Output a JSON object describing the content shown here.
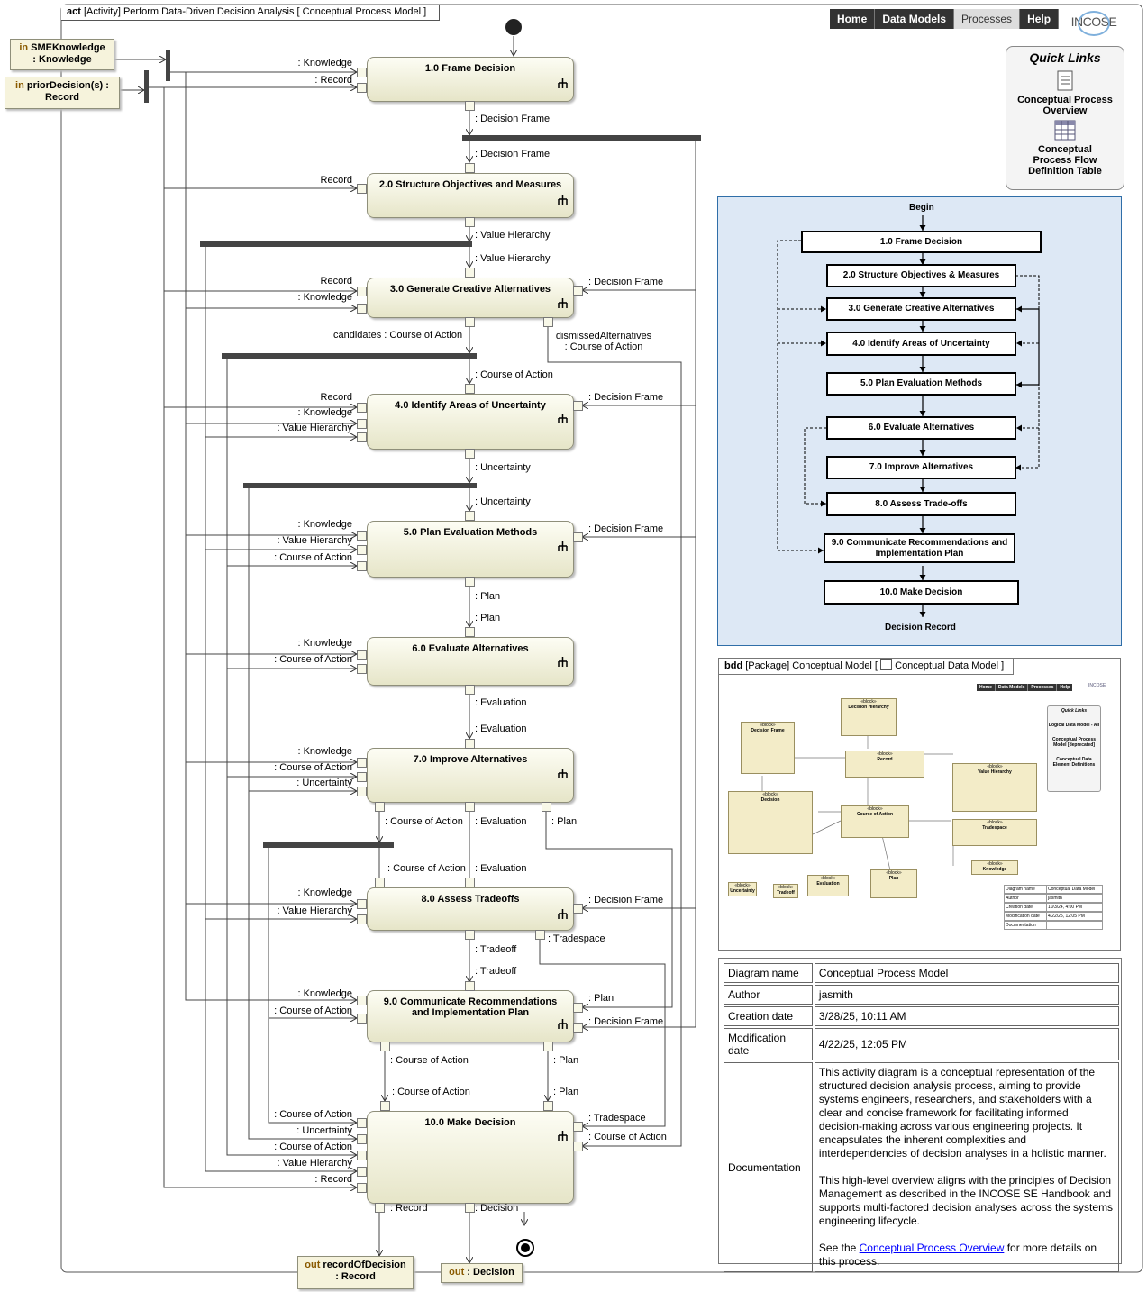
{
  "frame": {
    "kind": "act",
    "title": "[Activity] Perform Data-Driven Decision Analysis [ Conceptual Process Model ]"
  },
  "nav": {
    "items": [
      "Home",
      "Data Models",
      "Processes",
      "Help"
    ],
    "active": "Processes",
    "logo": "INCOSE"
  },
  "quick_links": {
    "heading": "Quick Links",
    "links": [
      "Conceptual Process Overview",
      "Conceptual Process Flow Definition Table"
    ]
  },
  "params": {
    "in1": {
      "kw": "in",
      "name": "SMEKnowledge",
      "type": ": Knowledge"
    },
    "in2": {
      "kw": "in",
      "name": "priorDecision(s) :",
      "type": "Record"
    },
    "out1": {
      "kw": "out",
      "name": "recordOfDecision",
      "type": ": Record"
    },
    "out2": {
      "kw": "out",
      "name": ": Decision"
    }
  },
  "actions": [
    {
      "label": "1.0 Frame Decision"
    },
    {
      "label": "2.0 Structure Objectives and Measures"
    },
    {
      "label": "3.0 Generate Creative Alternatives"
    },
    {
      "label": "4.0 Identify Areas of Uncertainty"
    },
    {
      "label": "5.0 Plan Evaluation Methods"
    },
    {
      "label": "6.0 Evaluate Alternatives"
    },
    {
      "label": "7.0 Improve Alternatives"
    },
    {
      "label": "8.0 Assess Tradeoffs"
    },
    {
      "label": "9.0 Communicate Recommendations and Implementation Plan"
    },
    {
      "label": "10.0 Make Decision"
    }
  ],
  "pin_labels": {
    "a1_in": [
      ": Knowledge",
      ": Record"
    ],
    "a1_out": ": Decision Frame",
    "a2_in_top": ": Decision Frame",
    "a2_in": [
      "Record"
    ],
    "a2_out": ": Value Hierarchy",
    "a3_in_top": ": Value Hierarchy",
    "a3_in": [
      "Record",
      ": Knowledge"
    ],
    "a3_right": ": Decision Frame",
    "a3_out1": "candidates : Course of Action",
    "a3_out2": "dismissedAlternatives : Course of Action",
    "a4_in_top": ": Course of Action",
    "a4_in": [
      "Record",
      ": Knowledge",
      ": Value Hierarchy"
    ],
    "a4_right": ": Decision Frame",
    "a4_out": ": Uncertainty",
    "a5_in_top": ": Uncertainty",
    "a5_in": [
      ": Knowledge",
      ": Value Hierarchy",
      ": Course of Action"
    ],
    "a5_right": ": Decision Frame",
    "a5_out": ": Plan",
    "a6_in_top": ": Plan",
    "a6_in": [
      ": Knowledge",
      ": Course of Action"
    ],
    "a6_out": ": Evaluation",
    "a7_in_top": ": Evaluation",
    "a7_in": [
      ": Knowledge",
      ": Course of Action",
      ": Uncertainty"
    ],
    "a7_out1": ": Course of Action",
    "a7_out2": ": Evaluation",
    "a7_out3": ": Plan",
    "a8_in_top1": ": Course of Action",
    "a8_in_top2": ": Evaluation",
    "a8_in": [
      ": Knowledge",
      ": Value Hierarchy"
    ],
    "a8_right": ": Decision Frame",
    "a8_out1": ": Tradeoff",
    "a8_out2": ": Tradespace",
    "a9_in_top": ": Tradeoff",
    "a9_in": [
      ": Knowledge",
      ": Course of Action"
    ],
    "a9_right1": ": Plan",
    "a9_right2": ": Decision Frame",
    "a9_out1": ": Course of Action",
    "a9_out2": ": Plan",
    "a10_in_top1": ": Course of Action",
    "a10_in_top2": ": Plan",
    "a10_in": [
      ": Course of Action",
      ": Uncertainty",
      ": Course of Action",
      ": Value Hierarchy",
      ": Record"
    ],
    "a10_right1": ": Tradespace",
    "a10_right2": ": Course of Action",
    "a10_out1": ": Record",
    "a10_out2": ": Decision"
  },
  "flow_overview": {
    "begin": "Begin",
    "end": "Decision Record",
    "steps": [
      "1.0 Frame Decision",
      "2.0 Structure Objectives & Measures",
      "3.0 Generate Creative Alternatives",
      "4.0 Identify Areas of Uncertainty",
      "5.0 Plan Evaluation Methods",
      "6.0 Evaluate Alternatives",
      "7.0 Improve Alternatives",
      "8.0 Assess Trade-offs",
      "9.0 Communicate Recommendations and Implementation Plan",
      "10.0 Make Decision"
    ]
  },
  "bdd": {
    "kind": "bdd",
    "title_pre": "[Package] Conceptual Model [",
    "title_link": "Conceptual Data Model ]",
    "nav": [
      "Home",
      "Data Models",
      "Processes",
      "Help"
    ],
    "logo": "INCOSE",
    "quick_links": {
      "heading": "Quick Links",
      "links": [
        "Logical Data Model - All",
        "Conceptual Process Model [deprecated]",
        "Conceptual Data Element Definitions"
      ]
    },
    "blocks": [
      "Decision Frame",
      "Decision Hierarchy",
      "Record",
      "Value Hierarchy",
      "Decision",
      "Course of Action",
      "Tradespace",
      "Plan",
      "Evaluation",
      "Knowledge",
      "Uncertainty",
      "Tradeoff"
    ],
    "stereotype": "«block»",
    "meta": [
      [
        "Diagram name",
        "Conceptual Data Model"
      ],
      [
        "Author",
        "jasmith"
      ],
      [
        "Creation date",
        "10/3/24, 4:00 PM"
      ],
      [
        "Modification date",
        "4/22/25, 12:05 PM"
      ],
      [
        "Documentation",
        ""
      ]
    ]
  },
  "meta": {
    "rows": [
      [
        "Diagram name",
        "Conceptual Process Model"
      ],
      [
        "Author",
        "jasmith"
      ],
      [
        "Creation date",
        "3/28/25, 10:11 AM"
      ],
      [
        "Modification date",
        "4/22/25, 12:05 PM"
      ]
    ],
    "doc_key": "Documentation",
    "doc_p1": "This activity diagram is a conceptual representation of the structured decision analysis process, aiming to provide systems engineers, researchers, and stakeholders with a clear and concise framework for facilitating informed decision-making across various engineering projects. It encapsulates the inherent complexities and interdependencies of decision analyses in a holistic manner.",
    "doc_p2": "This high-level overview aligns with the principles of Decision Management as described in the INCOSE SE Handbook and supports multi-factored decision analyses across the systems engineering lifecycle.",
    "doc_p3_pre": "See the ",
    "doc_p3_link": "Conceptual Process Overview",
    "doc_p3_post": " for more details on this process."
  }
}
